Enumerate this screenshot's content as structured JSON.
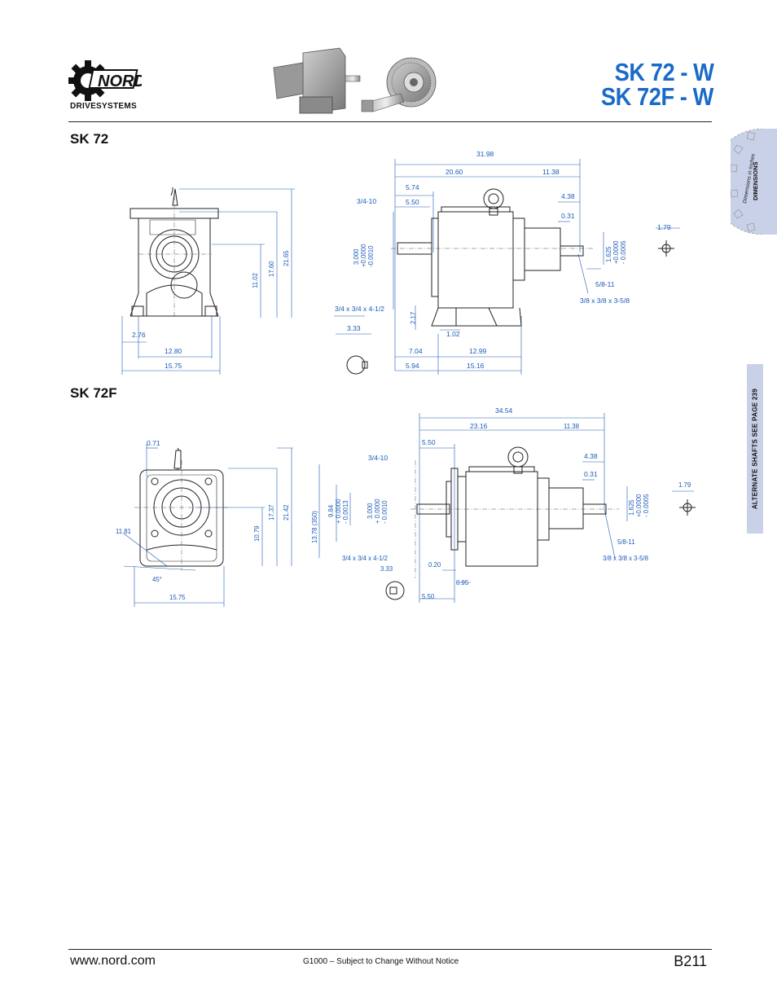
{
  "header": {
    "brand_logo_text": "NORD",
    "brand_sub": "DRIVESYSTEMS",
    "title_line1": "SK 72 - W",
    "title_line2": "SK 72F - W"
  },
  "side_tabs": {
    "dimensions": "DIMENSIONS",
    "dimensions_in_inches": "Dimensions in Inches",
    "alternate_shafts": "ALTERNATE SHAFTS SEE PAGE 239"
  },
  "sections": {
    "sk72": {
      "title": "SK 72",
      "dims": {
        "d31_98": "31.98",
        "d20_60": "20.60",
        "d11_38": "11.38",
        "d5_74": "5.74",
        "d5_50": "5.50",
        "d3_4_10": "3/4-10",
        "d4_38": "4.38",
        "d0_31": "0.31",
        "d1_79": "1.79",
        "d3000": "3.000",
        "d3000_p": "+0.0000",
        "d3000_m": "-0.0010",
        "d1625": "1.625",
        "d1625_p": "+0.0000",
        "d1625_m": "- 0.0005",
        "d5_8_11": "5/8-11",
        "d_key_small": "3/8 x 3/8 x 3-5/8",
        "d_key_large": "3/4 x 3/4 x 4-1/2",
        "d2_17": "2.17",
        "d1_02": "1.02",
        "d3_33": "3.33",
        "d7_04": "7.04",
        "d12_99": "12.99",
        "d5_94": "5.94",
        "d15_16": "15.16",
        "d11_02": "11.02",
        "d17_60": "17.60",
        "d21_65": "21.65",
        "d2_76": "2.76",
        "d12_80": "12.80",
        "d15_75": "15.75"
      }
    },
    "sk72f": {
      "title": "SK 72F",
      "dims": {
        "d34_54": "34.54",
        "d23_16": "23.16",
        "d11_38": "11.38",
        "d5_50": "5.50",
        "d3_4_10": "3/4-10",
        "d4_38": "4.38",
        "d0_31": "0.31",
        "d1_79": "1.79",
        "d0_71": "0.71",
        "d13_78": "13.78 (350)",
        "d9_84": "9.84",
        "d9_84_p": "+ 0.0000",
        "d9_84_m": "- 0.0013",
        "d3000": "3.000",
        "d3000_p": "+ 0.0000",
        "d3000_m": "- 0.0010",
        "d1625": "1.625",
        "d1625_p": "+0.0000",
        "d1625_m": "- 0.0005",
        "d5_8_11": "5/8-11",
        "d_key_small": "3/8 x 3/8 x 3-5/8",
        "d_key_large": "3/4 x 3/4 x 4-1/2",
        "d0_20": "0.20",
        "d0_95": "0.95",
        "d3_33": "3.33",
        "d5_50b": "5.50",
        "d11_81": "11.81",
        "d45": "45°",
        "d15_75": "15.75",
        "d10_79": "10.79",
        "d17_37": "17.37",
        "d21_42": "21.42"
      }
    }
  },
  "footer": {
    "url": "www.nord.com",
    "notice": "G1000 – Subject to Change Without Notice",
    "page": "B211"
  }
}
